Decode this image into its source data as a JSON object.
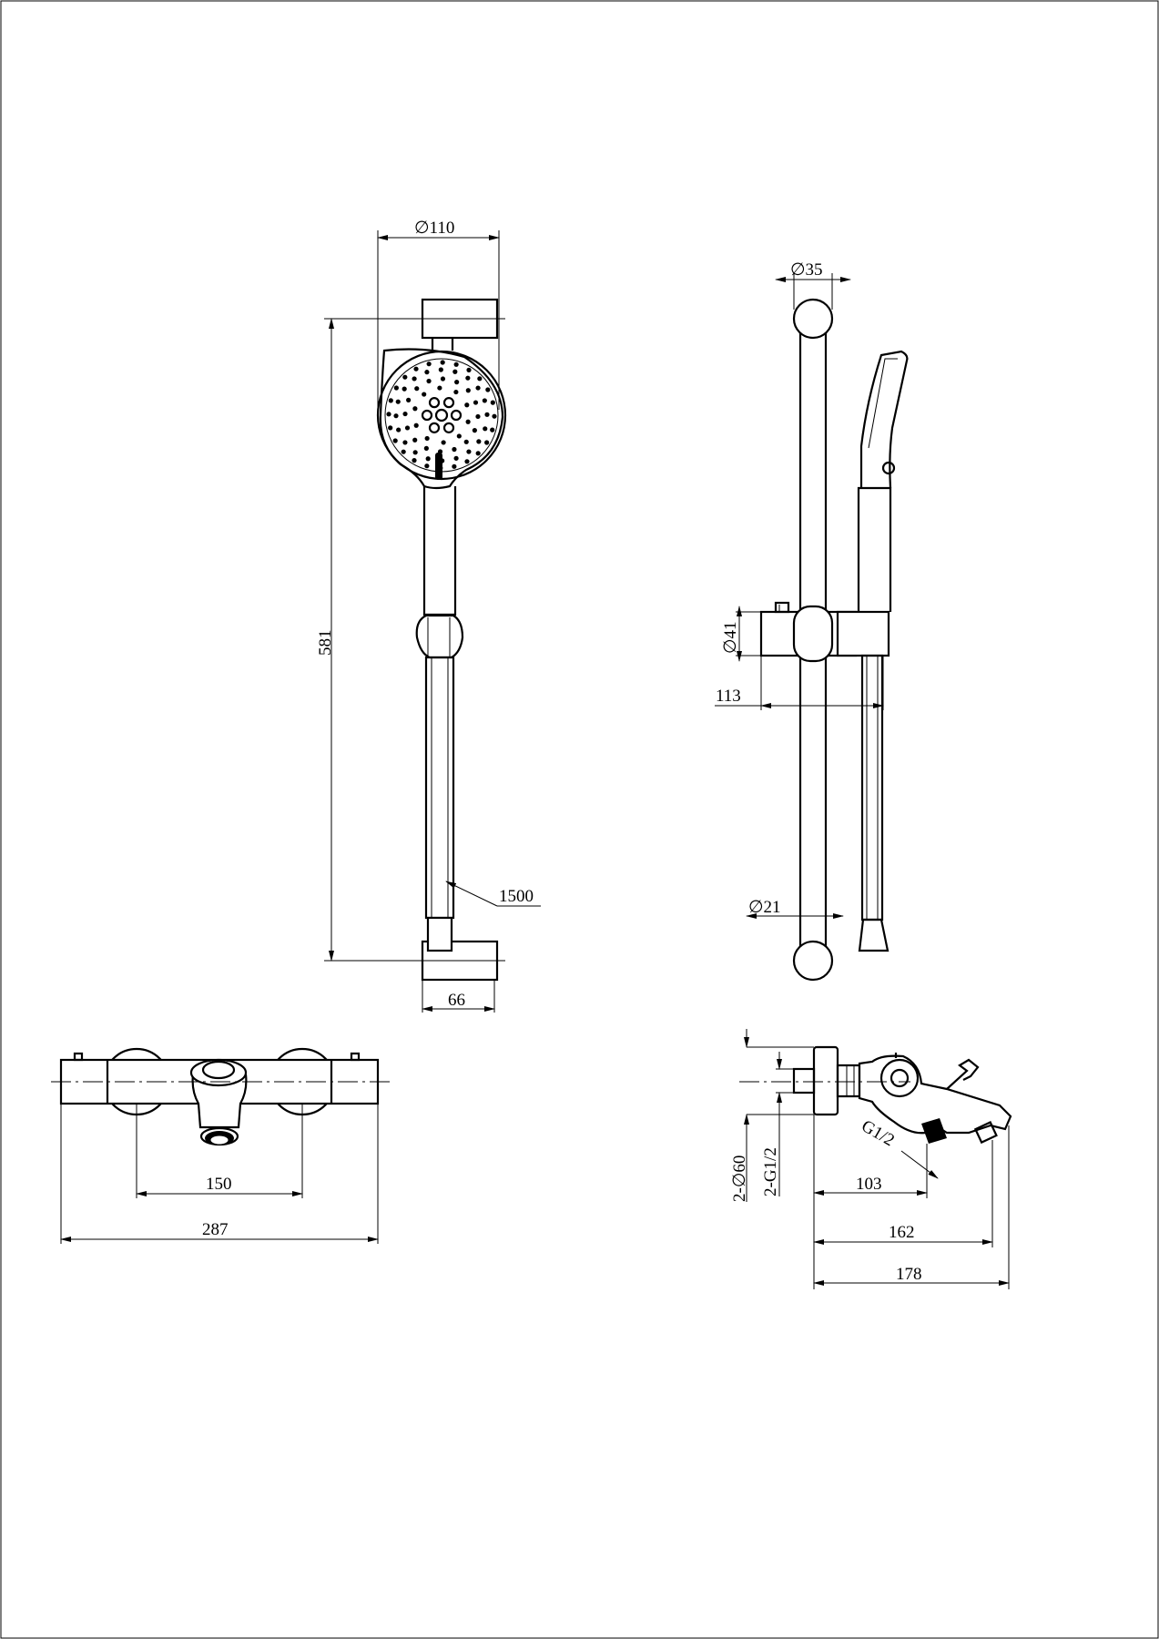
{
  "views": {
    "front": {
      "dim_width": "∅110",
      "dim_height": "581",
      "dim_hose": "1500",
      "dim_bracket": "66"
    },
    "side": {
      "dim_rail_top": "∅35",
      "dim_slider": "∅41",
      "dim_offset": "113",
      "dim_rail_bottom": "∅21"
    },
    "mixer_front": {
      "dim_centers": "150",
      "dim_total": "287"
    },
    "mixer_side": {
      "dim_flange": "2-∅60",
      "dim_thread": "2-G1/2",
      "dim_outlet_thread": "G1/2",
      "dim_103": "103",
      "dim_162": "162",
      "dim_178": "178"
    }
  },
  "colors": {
    "line": "#000000",
    "background": "#ffffff"
  }
}
